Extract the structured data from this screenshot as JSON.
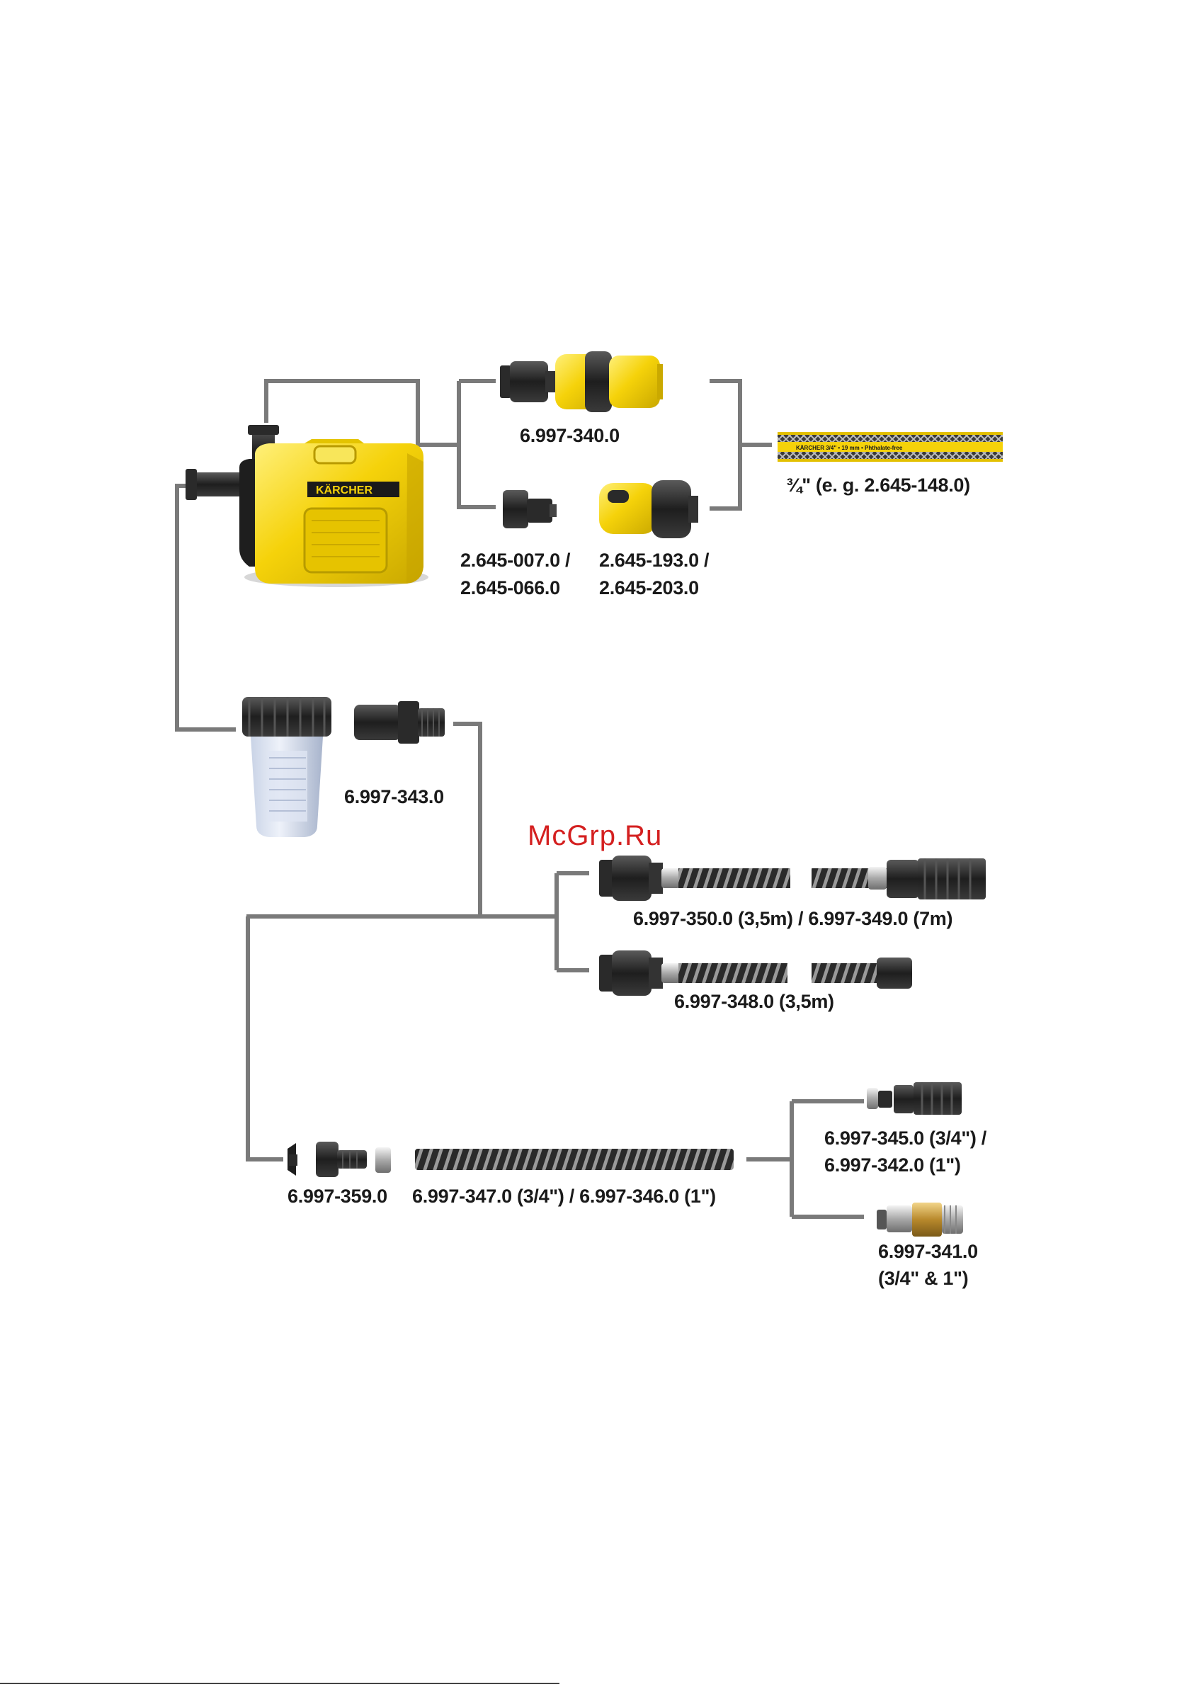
{
  "labels": {
    "hose_connector_set": "6.997-340.0",
    "tap_adapter": "2.645-007.0 /",
    "tap_adapter_alt": "2.645-066.0",
    "hose_coupling": "2.645-193.0 /",
    "hose_coupling_alt": "2.645-203.0",
    "garden_hose": "¾\" (e. g. 2.645-148.0)",
    "prefilter": "6.997-343.0",
    "suction_hose_a": "6.997-350.0 (3,5m) / 6.997-349.0 (7m)",
    "suction_hose_b": "6.997-348.0 (3,5m)",
    "connector_set": "6.997-359.0",
    "suction_hose_meter": "6.997-347.0 (3/4\") / 6.997-346.0 (1\")",
    "suction_filter_a": "6.997-345.0 (3/4\") /",
    "suction_filter_a_alt": "6.997-342.0 (1\")",
    "suction_filter_b": "6.997-341.0",
    "suction_filter_b_alt": "(3/4\" & 1\")"
  },
  "watermark": "McGrp.Ru",
  "hose_print": "KÄRCHER   3/4\" • 19 mm • Phthalate-free",
  "brand": "KÄRCHER",
  "colors": {
    "brand_yellow": "#f5d20a",
    "connector_line": "#7a7a7a",
    "watermark": "#d42020",
    "part_black": "#1e1e1e"
  }
}
